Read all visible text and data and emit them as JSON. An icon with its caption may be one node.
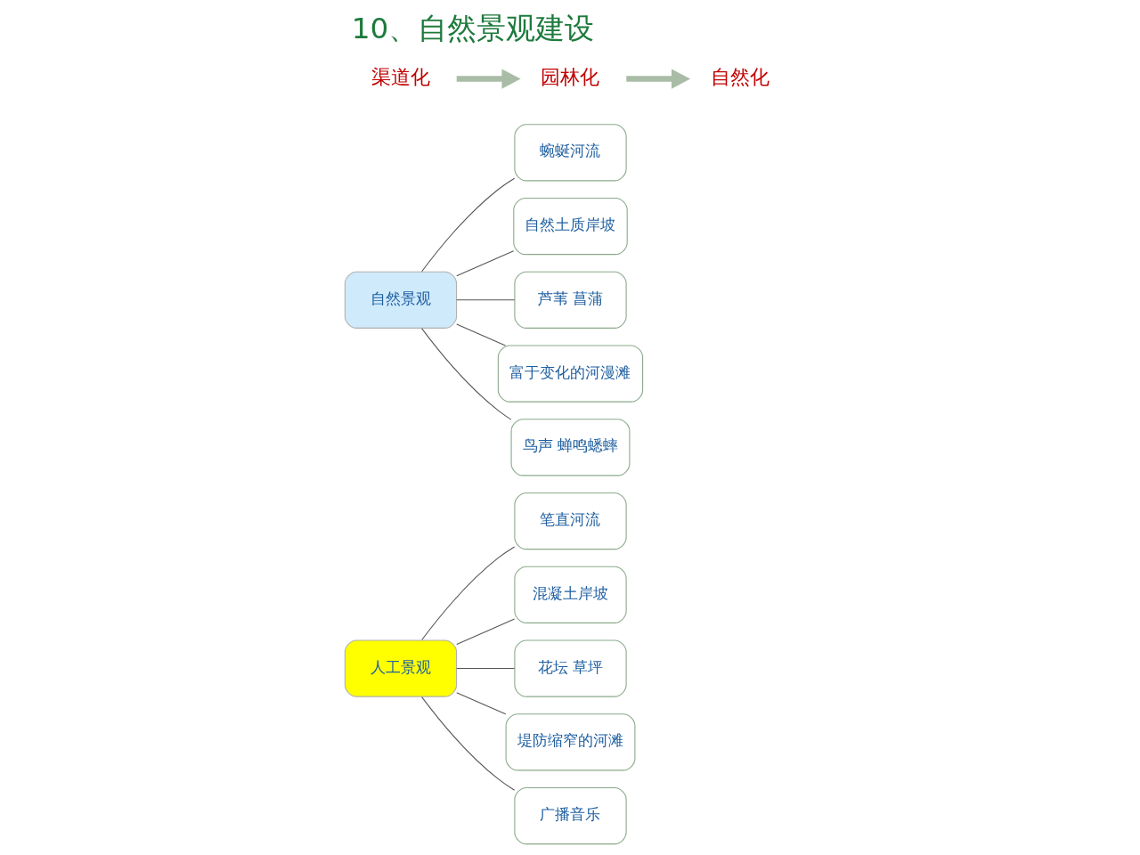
{
  "diagram": {
    "title": "10、自然景观建设",
    "nodes": [
      {
        "text": [
          "人工景观"
        ]
      },
      {
        "text": [
          "笔直河流"
        ]
      },
      {
        "text": [
          "混凝土岸坡"
        ]
      },
      {
        "text": [
          "花坛 草坪"
        ]
      },
      {
        "text": [
          "堤防缩窄的河滩"
        ]
      },
      {
        "text": [
          "广播音乐"
        ]
      },
      {
        "text": [
          "自然景观"
        ]
      },
      {
        "text": [
          "蜿蜒河流"
        ]
      },
      {
        "text": [
          "自然土质岸坡"
        ]
      },
      {
        "text": [
          "芦苇 菖蒲"
        ]
      },
      {
        "text": [
          "富于变化的河漫滩"
        ]
      },
      {
        "text": [
          "鸟声 蝉鸣蟋蟀"
        ]
      },
      {
        "text": [
          "渠道化"
        ]
      },
      {
        "text": [
          "园林化"
        ]
      },
      {
        "text": [
          "自然化"
        ]
      }
    ],
    "edges": [
      {
        "from": 0,
        "to": 1,
        "arrow": "none"
      },
      {
        "from": 0,
        "to": 2,
        "arrow": "none"
      },
      {
        "from": 0,
        "to": 3,
        "arrow": "none"
      },
      {
        "from": 0,
        "to": 4,
        "arrow": "none"
      },
      {
        "from": 0,
        "to": 5,
        "arrow": "none"
      },
      {
        "from": 6,
        "to": 7,
        "arrow": "none"
      },
      {
        "from": 6,
        "to": 8,
        "arrow": "none"
      },
      {
        "from": 6,
        "to": 9,
        "arrow": "none"
      },
      {
        "from": 6,
        "to": 10,
        "arrow": "none"
      },
      {
        "from": 6,
        "to": 11,
        "arrow": "none"
      },
      {
        "from": 12,
        "to": 13,
        "arrow": "to",
        "style": "thick",
        "color": "#a9bca6"
      },
      {
        "from": 13,
        "to": 14,
        "arrow": "to",
        "style": "thick",
        "color": "#a9bca6"
      }
    ]
  }
}
